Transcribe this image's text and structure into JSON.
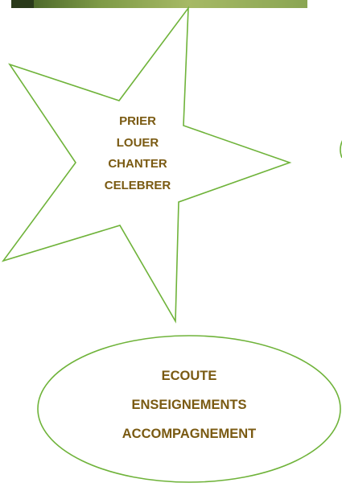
{
  "star": {
    "words": [
      "PRIER",
      "LOUER",
      "CHANTER",
      "CELEBRER"
    ]
  },
  "oval": {
    "lines": [
      "ECOUTE",
      "ENSEIGNEMENTS",
      "ACCOMPAGNEMENT"
    ]
  },
  "colors": {
    "outline": "#6fb33a",
    "text": "#7a5a12",
    "photo": "#5f7d2f"
  }
}
